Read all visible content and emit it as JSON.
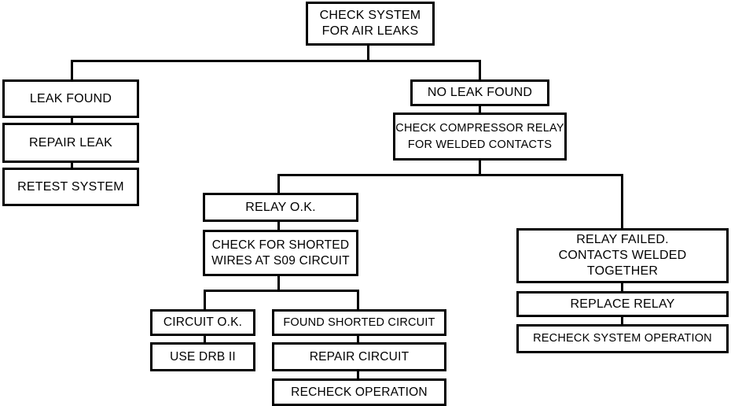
{
  "flowchart": {
    "root": "CHECK SYSTEM\nFOR AIR LEAKS",
    "leak_found": "LEAK FOUND",
    "repair_leak": "REPAIR LEAK",
    "retest_system": "RETEST SYSTEM",
    "no_leak_found": "NO LEAK FOUND",
    "check_relay": "CHECK COMPRESSOR RELAY\nFOR WELDED CONTACTS",
    "relay_ok": "RELAY O.K.",
    "check_shorted": "CHECK FOR SHORTED\nWIRES AT S09 CIRCUIT",
    "circuit_ok": "CIRCUIT O.K.",
    "use_drb": "USE DRB II",
    "found_shorted": "FOUND SHORTED CIRCUIT",
    "repair_circuit": "REPAIR CIRCUIT",
    "recheck_operation": "RECHECK OPERATION",
    "relay_failed": "RELAY FAILED.\nCONTACTS WELDED\nTOGETHER",
    "replace_relay": "REPLACE RELAY",
    "recheck_system": "RECHECK SYSTEM OPERATION"
  }
}
